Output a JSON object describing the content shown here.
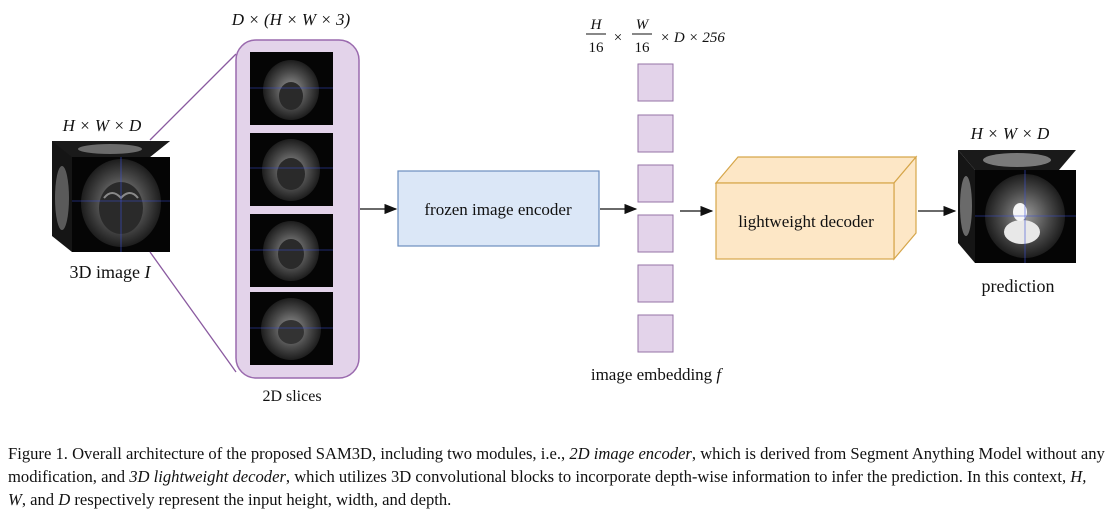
{
  "figure": {
    "input_dims": "H × W × D",
    "input_label_text": "3D image",
    "input_label_var": "I",
    "slices_dims": "D × (H × W × 3)",
    "slices_label": "2D slices",
    "encoder_label": "frozen image encoder",
    "embedding_dims_num1": "H",
    "embedding_dims_den1": "16",
    "embedding_dims_num2": "W",
    "embedding_dims_den2": "16",
    "embedding_dims_rest": "× D × 256",
    "embedding_label_text": "image embedding",
    "embedding_label_var": "f",
    "decoder_label": "lightweight decoder",
    "output_dims": "H × W × D",
    "output_label": "prediction"
  },
  "caption": {
    "prefix": "Figure 1. Overall architecture of the proposed SAM3D, including two modules, i.e., ",
    "module1": "2D image encoder",
    "mid1": ", which is derived from Segment Anything Model without any modification, and ",
    "module2": "3D lightweight decoder",
    "mid2": ", which utilizes 3D convolutional blocks to incorporate depth-wise information to infer the prediction. In this context, ",
    "vars": "H, W",
    "mid3": ", and ",
    "var_d": "D",
    "suffix": " respectively represent the input height, width, and depth."
  },
  "colors": {
    "slices_bg": "#e3d3ea",
    "slices_border": "#9a6aae",
    "encoder_fill": "#dbe7f7",
    "encoder_border": "#6c8ebf",
    "embed_fill": "#e3d3ea",
    "embed_border": "#9673a6",
    "decoder_fill": "#fde7c6",
    "decoder_border": "#d6a64a"
  }
}
